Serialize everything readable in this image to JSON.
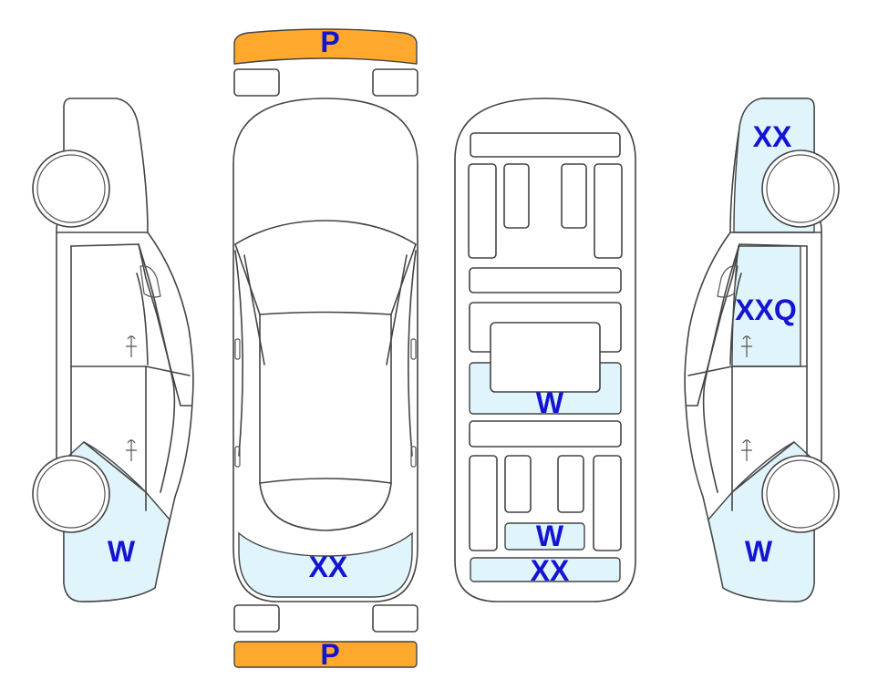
{
  "colors": {
    "damage_fill": "#dff4fb",
    "bumper_fill": "#ffa82e",
    "code_text": "#1414d2",
    "outline": "#444444"
  },
  "codes": {
    "front_bumper": "P",
    "rear_bumper": "P",
    "left_rear_quarter": "W",
    "top_front": "XX",
    "interior_center": "W",
    "interior_rear": "W",
    "interior_trunk": "XX",
    "right_front_fender": "XX",
    "right_front_door": "XXQ",
    "right_rear_quarter": "W"
  }
}
